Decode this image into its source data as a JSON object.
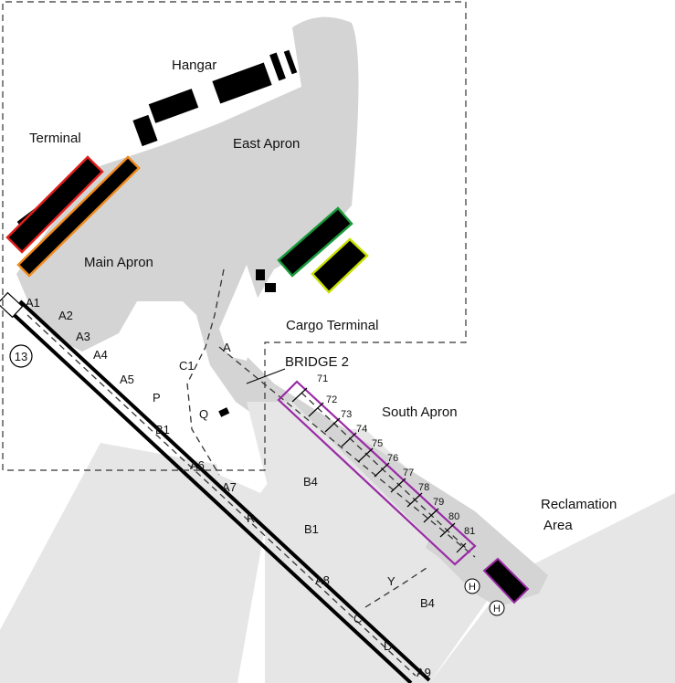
{
  "map": {
    "areas": {
      "hangar": "Hangar",
      "terminal": "Terminal",
      "east_apron": "East Apron",
      "main_apron": "Main Apron",
      "cargo_terminal": "Cargo Terminal",
      "bridge": "BRIDGE 2",
      "south_apron": "South Apron",
      "reclamation_1": "Reclamation",
      "reclamation_2": "Area"
    },
    "runway": "13",
    "taxiways": {
      "A": "A",
      "A1": "A1",
      "A2": "A2",
      "A3": "A3",
      "A4": "A4",
      "A5": "A5",
      "A6": "A6",
      "A7": "A7",
      "A8": "A8",
      "A9": "A9",
      "B1a": "B1",
      "B1b": "B1",
      "B4a": "B4",
      "B4b": "B4",
      "C1": "C1",
      "C": "C",
      "D": "D",
      "P": "P",
      "Q": "Q",
      "R": "R",
      "Y": "Y"
    },
    "stands": [
      "71",
      "72",
      "73",
      "74",
      "75",
      "76",
      "77",
      "78",
      "79",
      "80",
      "81"
    ],
    "helipad": "H",
    "colors": {
      "apron": "#d4d4d4",
      "background_fill": "#e6e6e6",
      "building": "#000000",
      "terminal_outline": "#e0201c",
      "terminal_outline_2": "#f08a1e",
      "cargo_outline": "#1a9a3c",
      "cargo_outline_2": "#c7e000",
      "stand_outline": "#9a2aa6"
    }
  }
}
